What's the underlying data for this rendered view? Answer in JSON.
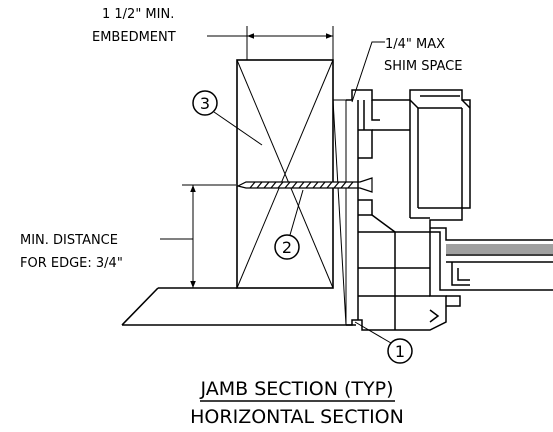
{
  "labels": {
    "embedment_line1": "1 1/2\" MIN.",
    "embedment_line2": "EMBEDMENT",
    "shim_line1": "1/4\" MAX",
    "shim_line2": "SHIM SPACE",
    "edge_line1": "MIN. DISTANCE",
    "edge_line2": "FOR EDGE: 3/4\""
  },
  "callouts": {
    "c1": "1",
    "c2": "2",
    "c3": "3"
  },
  "title": {
    "line1": "JAMB SECTION (TYP)",
    "line2": "HORIZONTAL SECTION"
  },
  "colors": {
    "ink": "#000000",
    "background": "#ffffff"
  }
}
